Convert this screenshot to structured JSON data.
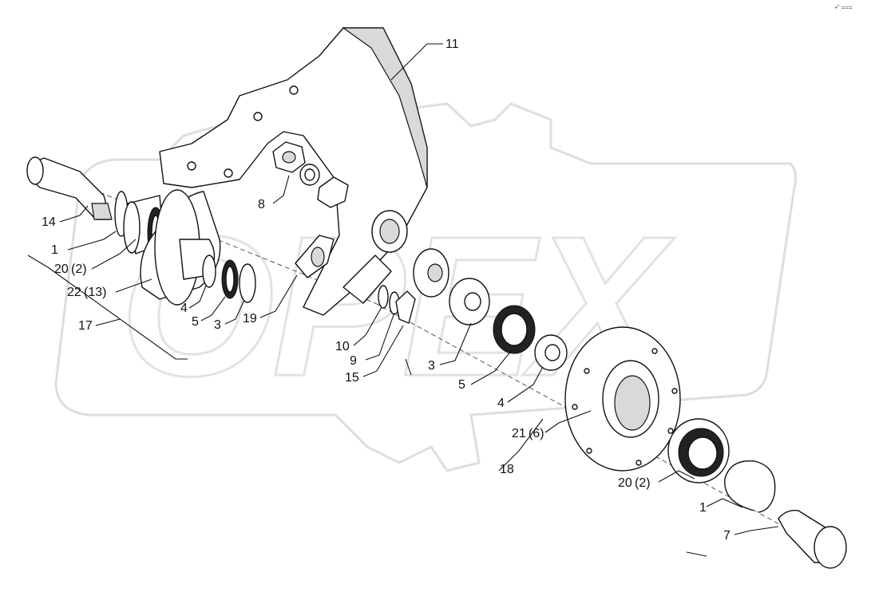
{
  "corner_mark": "•” ===",
  "watermark": {
    "text": "OPEX"
  },
  "callouts": [
    {
      "id": "c11",
      "text": "11"
    },
    {
      "id": "c8",
      "text": "8"
    },
    {
      "id": "c14",
      "text": "14"
    },
    {
      "id": "c1a",
      "text": "1"
    },
    {
      "id": "c20a",
      "text": "20 (2)"
    },
    {
      "id": "c22",
      "text": "22 (13)"
    },
    {
      "id": "c17",
      "text": "17"
    },
    {
      "id": "c4a",
      "text": "4"
    },
    {
      "id": "c5a",
      "text": "5"
    },
    {
      "id": "c3a",
      "text": "3"
    },
    {
      "id": "c19",
      "text": "19"
    },
    {
      "id": "c10",
      "text": "10"
    },
    {
      "id": "c9",
      "text": "9"
    },
    {
      "id": "c15",
      "text": "15"
    },
    {
      "id": "c3b",
      "text": "3"
    },
    {
      "id": "c5b",
      "text": "5"
    },
    {
      "id": "c4b",
      "text": "4"
    },
    {
      "id": "c21",
      "text": "21 (6)"
    },
    {
      "id": "c18",
      "text": "18"
    },
    {
      "id": "c20b",
      "text": "20 (2)"
    },
    {
      "id": "c1b",
      "text": "1"
    },
    {
      "id": "c7",
      "text": "7"
    }
  ]
}
